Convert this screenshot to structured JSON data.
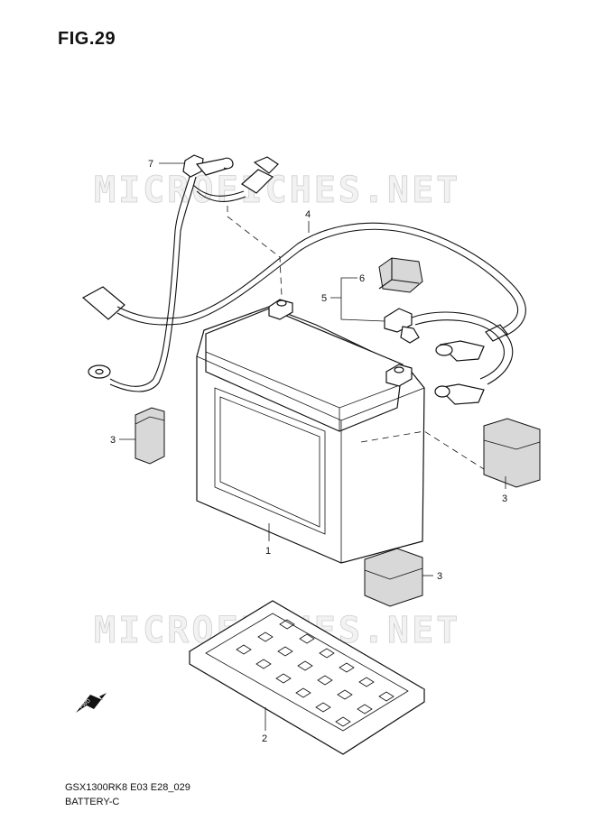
{
  "figure": {
    "title": "FIG.29",
    "code": "GSX1300RK8 E03 E28_029",
    "name": "BATTERY-C"
  },
  "watermark": {
    "text": "MICROFICHES.NET"
  },
  "callouts": {
    "c1": "1",
    "c2": "2",
    "c3a": "3",
    "c3b": "3",
    "c3c": "3",
    "c4": "4",
    "c5": "5",
    "c6": "6",
    "c7": "7"
  },
  "direction_marker": {
    "label": "FWD"
  }
}
